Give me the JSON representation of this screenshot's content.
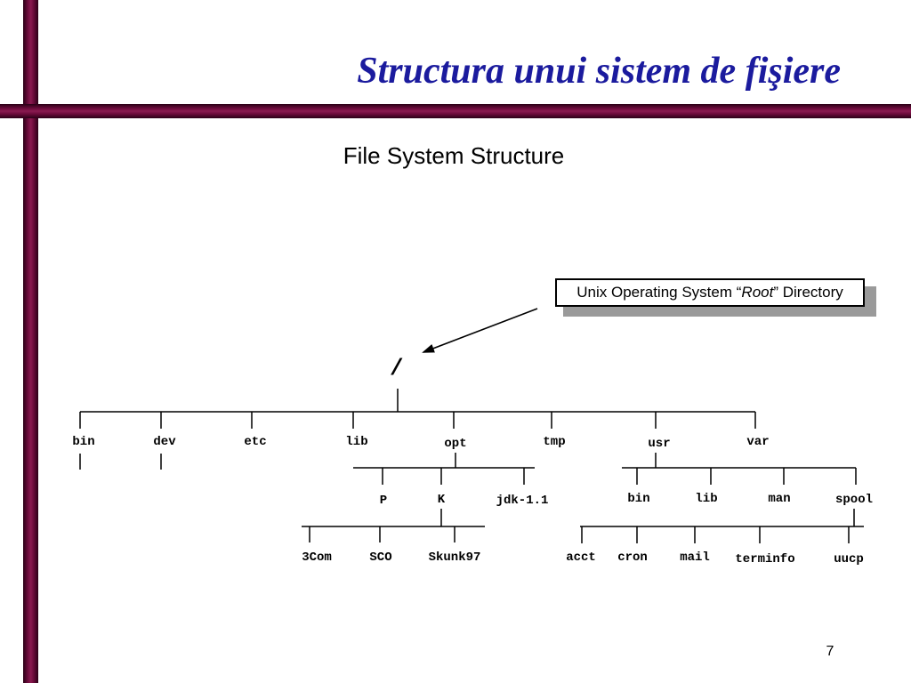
{
  "slide": {
    "title": "Structura unui sistem de fişiere",
    "subtitle": "File System Structure",
    "page_number": "7",
    "accent_color": "#6a0b3a",
    "title_color": "#1b1b9e"
  },
  "callout": {
    "prefix": "Unix Operating System “",
    "emphasis": "Root",
    "suffix": "” Directory"
  },
  "tree": {
    "root": "/",
    "top": [
      "bin",
      "dev",
      "etc",
      "lib",
      "opt",
      "tmp",
      "usr",
      "var"
    ],
    "opt_children": [
      "P",
      "K",
      "jdk-1.1"
    ],
    "k_children": [
      "3Com",
      "SCO",
      "Skunk97"
    ],
    "usr_children": [
      "bin",
      "lib",
      "man",
      "spool"
    ],
    "spool_children": [
      "acct",
      "cron",
      "mail",
      "terminfo",
      "uucp"
    ]
  }
}
